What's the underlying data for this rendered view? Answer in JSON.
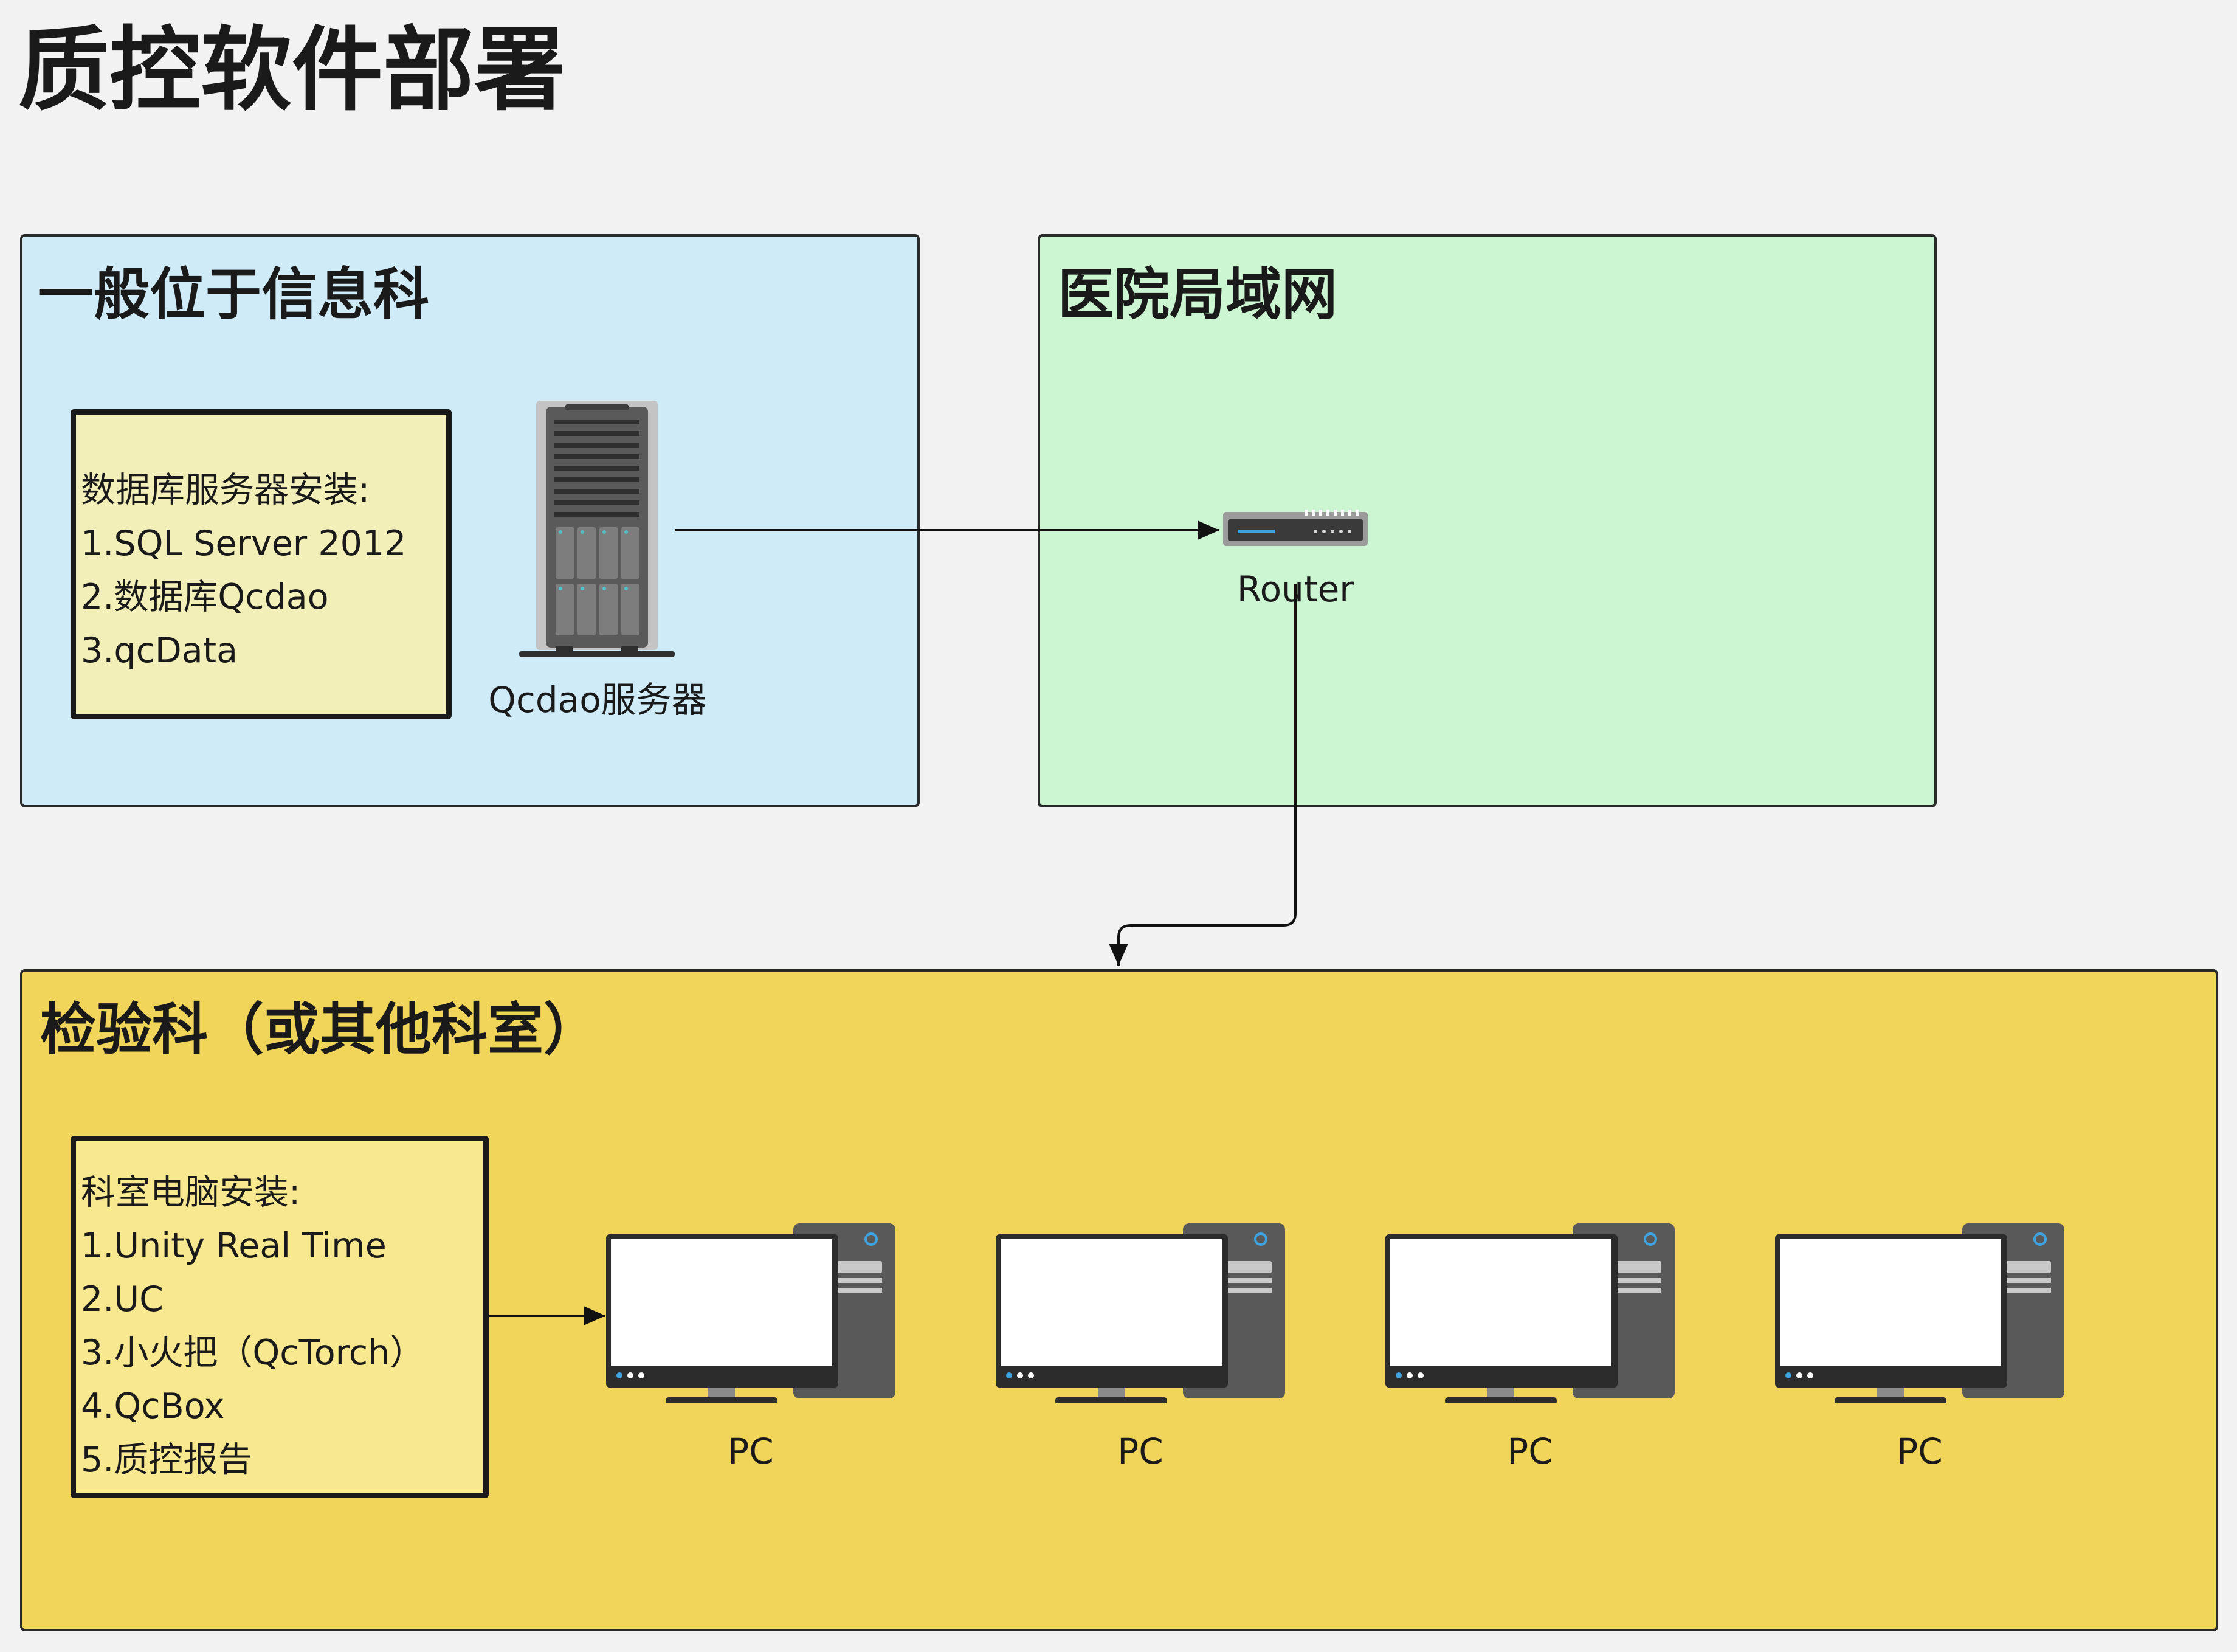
{
  "title": "质控软件部署",
  "zones": {
    "info": {
      "title": "一般位于信息科"
    },
    "lan": {
      "title": "医院局域网"
    },
    "lab": {
      "title": "检验科（或其他科室）"
    }
  },
  "server_note": {
    "lines": [
      "数据库服务器安装:",
      "1.SQL Server 2012",
      "2.数据库Qcdao",
      "3.qcData"
    ]
  },
  "server": {
    "label": "Qcdao服务器",
    "icon": "tower-server-icon"
  },
  "router": {
    "label": "Router",
    "icon": "router-icon"
  },
  "pc_note": {
    "lines": [
      "科室电脑安装:",
      "1.Unity Real Time",
      "2.UC",
      "3.小火把（QcTorch）",
      "4.QcBox",
      "5.质控报告"
    ]
  },
  "pcs": [
    {
      "label": "PC",
      "icon": "desktop-computer-icon"
    },
    {
      "label": "PC",
      "icon": "desktop-computer-icon"
    },
    {
      "label": "PC",
      "icon": "desktop-computer-icon"
    },
    {
      "label": "PC",
      "icon": "desktop-computer-icon"
    }
  ],
  "colors": {
    "info_zone": "#d0ebf8",
    "lan_zone": "#ccf5d2",
    "lab_zone": "#f0d55a",
    "server_note": "#f3efb9",
    "pc_note": "#f8e890"
  }
}
